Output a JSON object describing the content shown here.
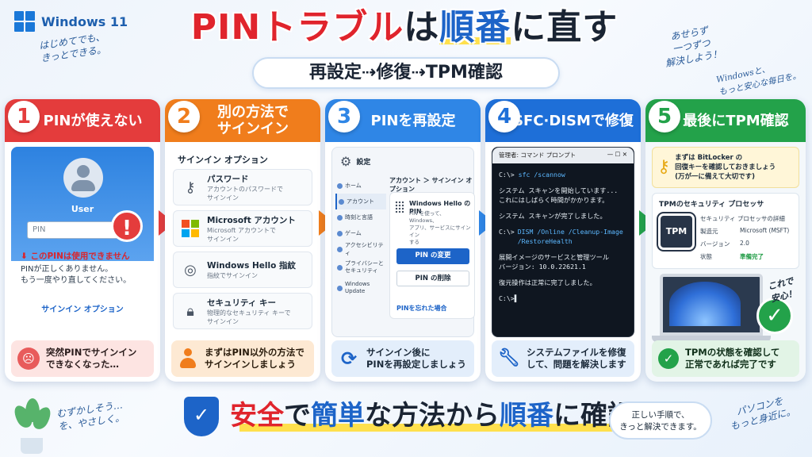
{
  "brand": {
    "name": "Windows 11"
  },
  "notes": {
    "top_left": "はじめてでも、\nきっとできる。",
    "top_right": "あせらず\n一つずつ\n解決しよう！",
    "far_right": "Windowsと、\nもっと安心な毎日を。",
    "bottom_left": "むずかしそう…\nを、やさしく。",
    "bottom_right": "パソコンを\nもっと身近に。",
    "relief": "これで\n安心！"
  },
  "title": {
    "part1": "PINトラブル",
    "part2": "は",
    "part3": "順番",
    "part4": "に直す"
  },
  "subtitle": "再設定⇢修復⇢TPM確認",
  "steps": [
    {
      "num": "1",
      "title": "PINが使えない",
      "color": "#e43c3c",
      "user": "User",
      "pin_placeholder": "PIN",
      "warn": "!",
      "error": "このPINは使用できません",
      "message": "PINが正しくありません。\nもう一度やり直してください。",
      "link": "サインイン オプション",
      "footer": "突然PINでサインイン\nできなくなった…"
    },
    {
      "num": "2",
      "title": "別の方法で\nサインイン",
      "color": "#f07d1c",
      "section": "サインイン オプション",
      "options": [
        {
          "icon": "key-icon",
          "title": "パスワード",
          "desc": "アカウントのパスワードで\nサインイン"
        },
        {
          "icon": "microsoft-logo",
          "title": "Microsoft アカウント",
          "desc": "Microsoft アカウントで\nサインイン"
        },
        {
          "icon": "fingerprint-icon",
          "title": "Windows Hello 指紋",
          "desc": "指紋でサインイン"
        },
        {
          "icon": "security-key-icon",
          "title": "セキュリティ キー",
          "desc": "物理的なセキュリティ キーで\nサインイン"
        }
      ],
      "footer": "まずはPIN以外の方法で\nサインインしましょう"
    },
    {
      "num": "3",
      "title": "PINを再設定",
      "color": "#2f86e6",
      "settings_title": "設定",
      "nav": [
        "ホーム",
        "アカウント",
        "時刻と言語",
        "ゲーム",
        "アクセシビリティ",
        "プライバシーと\nセキュリティ",
        "Windows\nUpdate"
      ],
      "breadcrumb": "アカウント ＞ サインイン オプション",
      "hello_title": "Windows Hello の PIN",
      "hello_desc": "PIN を使って、Windows、\nアプリ、サービスにサインイン\nする",
      "change_btn": "PIN の変更",
      "remove_btn": "PIN の削除",
      "forgot": "PINを忘れた場合",
      "footer": "サインイン後に\nPINを再設定しましょう"
    },
    {
      "num": "4",
      "title": "SFC·DISMで修復",
      "color": "#1e6fd8",
      "window_title": "管理者: コマンド プロンプト",
      "window_controls": "—  ☐  ✕",
      "prompt": "C:\\>",
      "cmd1": "sfc /scannow",
      "out1": "システム スキャンを開始しています...\nこれにはしばらく時間がかかります。",
      "out2": "システム スキャンが完了しました。",
      "cmd2": "DISM /Online /Cleanup-Image\n/RestoreHealth",
      "out3": "展開イメージのサービスと管理ツール\nバージョン: 10.0.22621.1",
      "out4": "復元操作は正常に完了しました。",
      "cursor": "C:\\>▌",
      "footer": "システムファイルを修復\nして、問題を解決します"
    },
    {
      "num": "5",
      "title": "最後にTPM確認",
      "color": "#23a24a",
      "bitlocker": "まずは BitLocker の\n回復キーを確認しておきましょう\n(万が一に備えて大切です)",
      "tpm_title": "TPMのセキュリティ プロセッサ",
      "chip_label": "TPM",
      "details": [
        {
          "k": "",
          "v": "セキュリティ プロセッサの詳細"
        },
        {
          "k": "製造元",
          "v": "Microsoft (MSFT)"
        },
        {
          "k": "バージョン",
          "v": "2.0"
        },
        {
          "k": "状態",
          "v": "準備完了"
        }
      ],
      "footer": "TPMの状態を確認して\n正常であれば完了です"
    }
  ],
  "bottom": {
    "p1": "安全",
    "p2": "で",
    "p3": "簡単",
    "p4": "な方法から",
    "p5": "順番",
    "p6": "に確認"
  },
  "bubble": "正しい手順で、\nきっと解決できます。"
}
